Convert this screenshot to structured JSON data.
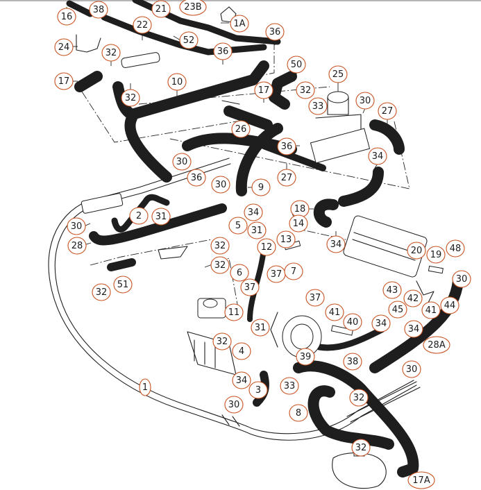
{
  "diagram": {
    "title": "Coolant hose system exploded view",
    "highlight_color": "#e01010",
    "callout_color": "#c8501e",
    "highlighted_part": "2",
    "callouts": [
      {
        "id": "c16",
        "label": "16"
      },
      {
        "id": "c38a",
        "label": "38"
      },
      {
        "id": "c21",
        "label": "21"
      },
      {
        "id": "c23b",
        "label": "23B"
      },
      {
        "id": "c1a",
        "label": "1A"
      },
      {
        "id": "c22",
        "label": "22"
      },
      {
        "id": "c52",
        "label": "52"
      },
      {
        "id": "c36a",
        "label": "36"
      },
      {
        "id": "c24",
        "label": "24"
      },
      {
        "id": "c32a",
        "label": "32"
      },
      {
        "id": "c36b",
        "label": "36"
      },
      {
        "id": "c50",
        "label": "50"
      },
      {
        "id": "c25",
        "label": "25"
      },
      {
        "id": "c17a",
        "label": "17"
      },
      {
        "id": "c32b",
        "label": "32"
      },
      {
        "id": "c10",
        "label": "10"
      },
      {
        "id": "c17b",
        "label": "17"
      },
      {
        "id": "c32c",
        "label": "32"
      },
      {
        "id": "c33a",
        "label": "33"
      },
      {
        "id": "c30a",
        "label": "30"
      },
      {
        "id": "c27a",
        "label": "27"
      },
      {
        "id": "c26",
        "label": "26"
      },
      {
        "id": "c36c",
        "label": "36"
      },
      {
        "id": "c34a",
        "label": "34"
      },
      {
        "id": "c30b",
        "label": "30"
      },
      {
        "id": "c27b",
        "label": "27"
      },
      {
        "id": "c36d",
        "label": "36"
      },
      {
        "id": "c30c",
        "label": "30"
      },
      {
        "id": "c9",
        "label": "9"
      },
      {
        "id": "c18",
        "label": "18"
      },
      {
        "id": "c34b",
        "label": "34"
      },
      {
        "id": "c2",
        "label": "2"
      },
      {
        "id": "c31a",
        "label": "31"
      },
      {
        "id": "c30d",
        "label": "30"
      },
      {
        "id": "c5",
        "label": "5"
      },
      {
        "id": "c31b",
        "label": "31"
      },
      {
        "id": "c12",
        "label": "12"
      },
      {
        "id": "c13",
        "label": "13"
      },
      {
        "id": "c14",
        "label": "14"
      },
      {
        "id": "c34c",
        "label": "34"
      },
      {
        "id": "c28",
        "label": "28"
      },
      {
        "id": "c32d",
        "label": "32"
      },
      {
        "id": "c20",
        "label": "20"
      },
      {
        "id": "c19",
        "label": "19"
      },
      {
        "id": "c48",
        "label": "48"
      },
      {
        "id": "c32e",
        "label": "32"
      },
      {
        "id": "c6",
        "label": "6"
      },
      {
        "id": "c37a",
        "label": "37"
      },
      {
        "id": "c37b",
        "label": "37"
      },
      {
        "id": "c7",
        "label": "7"
      },
      {
        "id": "c30e",
        "label": "30"
      },
      {
        "id": "c51",
        "label": "51"
      },
      {
        "id": "c32f",
        "label": "32"
      },
      {
        "id": "c43",
        "label": "43"
      },
      {
        "id": "c37c",
        "label": "37"
      },
      {
        "id": "c42",
        "label": "42"
      },
      {
        "id": "c45",
        "label": "45"
      },
      {
        "id": "c41a",
        "label": "41"
      },
      {
        "id": "c44",
        "label": "44"
      },
      {
        "id": "c34d",
        "label": "34"
      },
      {
        "id": "c34e",
        "label": "34"
      },
      {
        "id": "c11",
        "label": "11"
      },
      {
        "id": "c41b",
        "label": "41"
      },
      {
        "id": "c40",
        "label": "40"
      },
      {
        "id": "c31c",
        "label": "31"
      },
      {
        "id": "c32g",
        "label": "32"
      },
      {
        "id": "c4",
        "label": "4"
      },
      {
        "id": "c28a",
        "label": "28A"
      },
      {
        "id": "c39",
        "label": "39"
      },
      {
        "id": "c38b",
        "label": "38"
      },
      {
        "id": "c30f",
        "label": "30"
      },
      {
        "id": "c34f",
        "label": "34"
      },
      {
        "id": "c1",
        "label": "1"
      },
      {
        "id": "c3",
        "label": "3"
      },
      {
        "id": "c33b",
        "label": "33"
      },
      {
        "id": "c32h",
        "label": "32"
      },
      {
        "id": "c30g",
        "label": "30"
      },
      {
        "id": "c8",
        "label": "8"
      },
      {
        "id": "c32i",
        "label": "32"
      },
      {
        "id": "c17c",
        "label": "17A"
      }
    ]
  }
}
